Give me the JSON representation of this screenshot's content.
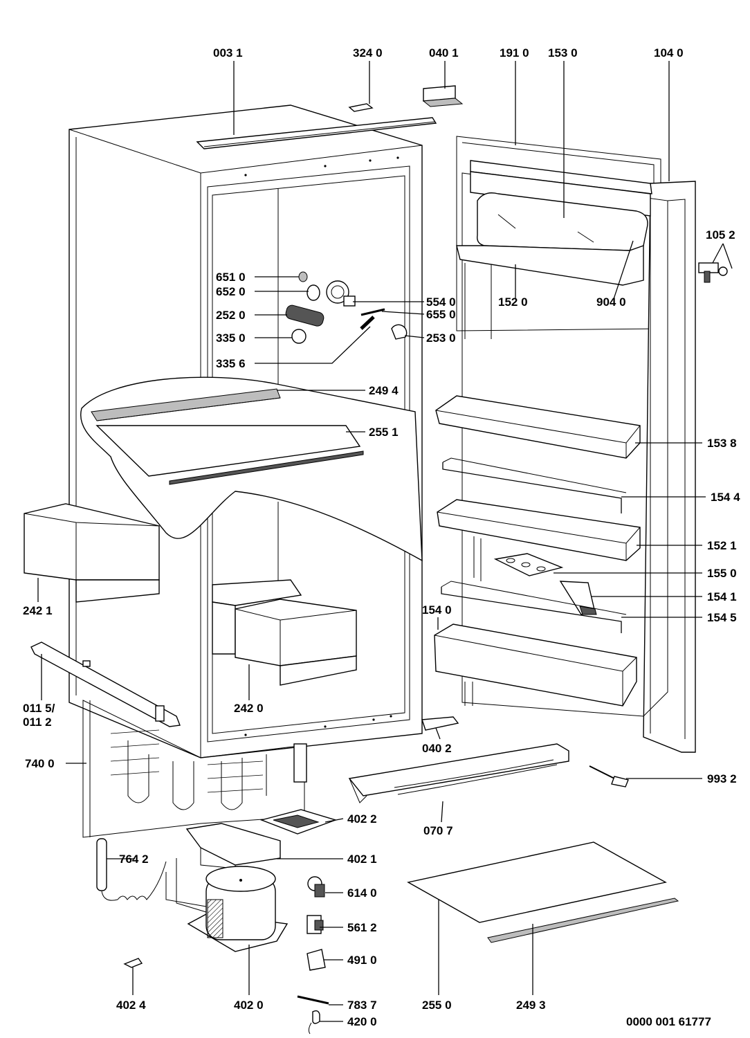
{
  "drawing_number": "0000 001 61777",
  "labels": [
    {
      "id": "l0031",
      "text": "003 1"
    },
    {
      "id": "l3240",
      "text": "324 0"
    },
    {
      "id": "l0401",
      "text": "040 1"
    },
    {
      "id": "l1910",
      "text": "191 0"
    },
    {
      "id": "l1530",
      "text": "153 0"
    },
    {
      "id": "l1040",
      "text": "104 0"
    },
    {
      "id": "l1052",
      "text": "105 2"
    },
    {
      "id": "l6510",
      "text": "651 0"
    },
    {
      "id": "l6520",
      "text": "652 0"
    },
    {
      "id": "l2520",
      "text": "252 0"
    },
    {
      "id": "l3350",
      "text": "335 0"
    },
    {
      "id": "l3356",
      "text": "335 6"
    },
    {
      "id": "l5540",
      "text": "554 0"
    },
    {
      "id": "l6550",
      "text": "655 0"
    },
    {
      "id": "l2530",
      "text": "253 0"
    },
    {
      "id": "l1520",
      "text": "152 0"
    },
    {
      "id": "l9040",
      "text": "904 0"
    },
    {
      "id": "l2494",
      "text": "249 4"
    },
    {
      "id": "l2551",
      "text": "255 1"
    },
    {
      "id": "l1538",
      "text": "153 8"
    },
    {
      "id": "l1544",
      "text": "154 4"
    },
    {
      "id": "l1521",
      "text": "152 1"
    },
    {
      "id": "l1550",
      "text": "155 0"
    },
    {
      "id": "l1541",
      "text": "154 1"
    },
    {
      "id": "l1545",
      "text": "154 5"
    },
    {
      "id": "l1540",
      "text": "154 0"
    },
    {
      "id": "l2421",
      "text": "242 1"
    },
    {
      "id": "l2420",
      "text": "242 0"
    },
    {
      "id": "l0115",
      "text": "011 5/"
    },
    {
      "id": "l0112",
      "text": "011 2"
    },
    {
      "id": "l7400",
      "text": "740 0"
    },
    {
      "id": "l0402",
      "text": "040 2"
    },
    {
      "id": "l9932",
      "text": "993 2"
    },
    {
      "id": "l4022",
      "text": "402 2"
    },
    {
      "id": "l0707",
      "text": "070 7"
    },
    {
      "id": "l4021",
      "text": "402 1"
    },
    {
      "id": "l7642",
      "text": "764 2"
    },
    {
      "id": "l6140",
      "text": "614 0"
    },
    {
      "id": "l5612",
      "text": "561 2"
    },
    {
      "id": "l4910",
      "text": "491 0"
    },
    {
      "id": "l4024",
      "text": "402 4"
    },
    {
      "id": "l4020",
      "text": "402 0"
    },
    {
      "id": "l7837",
      "text": "783 7"
    },
    {
      "id": "l4200",
      "text": "420 0"
    },
    {
      "id": "l2550",
      "text": "255 0"
    },
    {
      "id": "l2493",
      "text": "249 3"
    }
  ]
}
